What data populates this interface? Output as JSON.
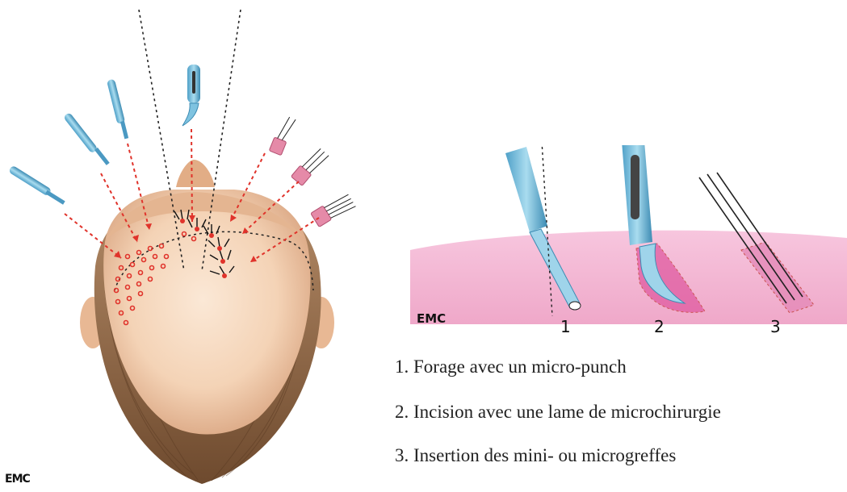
{
  "left_figure": {
    "watermark": "EMC"
  },
  "right_figure": {
    "watermark": "EMC",
    "step_numbers": [
      "1",
      "2",
      "3"
    ]
  },
  "legend": [
    "1. Forage avec un micro-punch",
    "2. Incision avec une lame de microchirurgie",
    "3. Insertion des mini- ou microgreffes"
  ]
}
